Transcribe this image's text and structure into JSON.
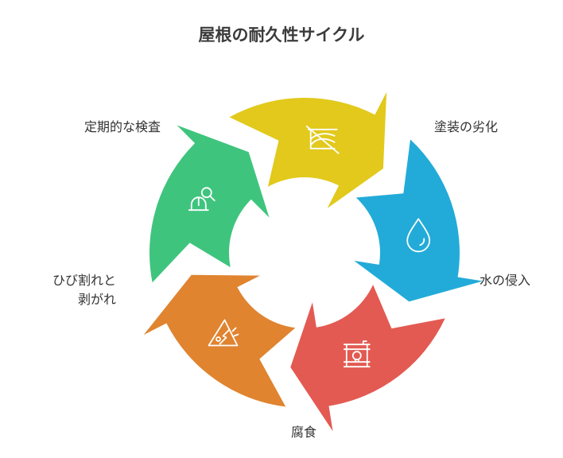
{
  "title": "屋根の耐久性サイクル",
  "stages": [
    {
      "label": "定期的な検査",
      "icon": "inspection-helmet-icon",
      "color": "#3fc47e"
    },
    {
      "label": "塗装の劣化",
      "icon": "paint-damage-icon",
      "color": "#e2c91c"
    },
    {
      "label": "水の侵入",
      "icon": "water-drop-icon",
      "color": "#22abd8"
    },
    {
      "label": "腐食",
      "icon": "corrosion-barrel-icon",
      "color": "#e35a52"
    },
    {
      "label_line1": "ひび割れと",
      "label_line2": "剥がれ",
      "icon": "crack-warning-icon",
      "color": "#e08430"
    }
  ]
}
